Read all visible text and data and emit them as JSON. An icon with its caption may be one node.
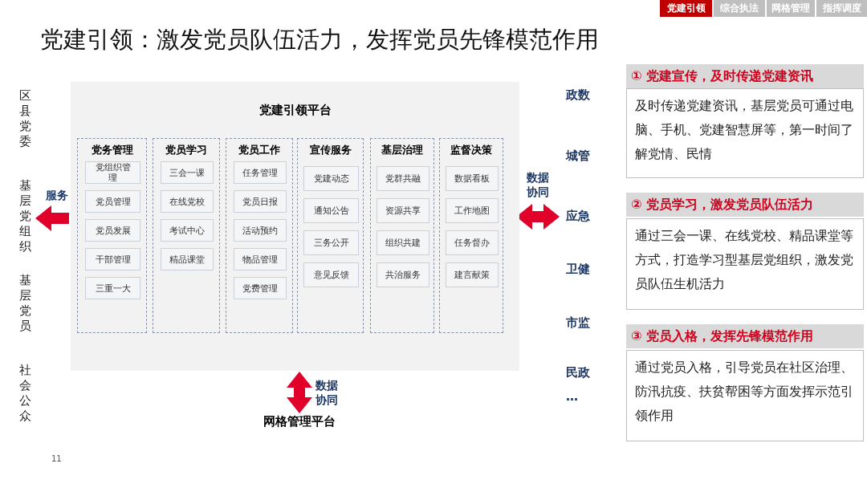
{
  "diagram": {
    "title": "党建引领：激发党员队伍活力，发挥党员先锋模范作用",
    "nodes": [
      {
        "text": [
          "党建引领平台"
        ]
      },
      {
        "text": [
          "党务管理"
        ],
        "in": 0
      },
      {
        "text": [
          "党组织管理"
        ],
        "in": 1
      },
      {
        "text": [
          "党员管理"
        ],
        "in": 1
      },
      {
        "text": [
          "党员发展"
        ],
        "in": 1
      },
      {
        "text": [
          "干部管理"
        ],
        "in": 1
      },
      {
        "text": [
          "三重一大"
        ],
        "in": 1
      },
      {
        "text": [
          "党员学习"
        ],
        "in": 0
      },
      {
        "text": [
          "三会一课"
        ],
        "in": 7
      },
      {
        "text": [
          "在线党校"
        ],
        "in": 7
      },
      {
        "text": [
          "考试中心"
        ],
        "in": 7
      },
      {
        "text": [
          "精品课堂"
        ],
        "in": 7
      },
      {
        "text": [
          "党员工作"
        ],
        "in": 0
      },
      {
        "text": [
          "任务管理"
        ],
        "in": 12
      },
      {
        "text": [
          "党员日报"
        ],
        "in": 12
      },
      {
        "text": [
          "活动预约"
        ],
        "in": 12
      },
      {
        "text": [
          "物品管理"
        ],
        "in": 12
      },
      {
        "text": [
          "党费管理"
        ],
        "in": 12
      },
      {
        "text": [
          "宣传服务"
        ],
        "in": 0
      },
      {
        "text": [
          "党建动态"
        ],
        "in": 18
      },
      {
        "text": [
          "通知公告"
        ],
        "in": 18
      },
      {
        "text": [
          "三务公开"
        ],
        "in": 18
      },
      {
        "text": [
          "意见反馈"
        ],
        "in": 18
      },
      {
        "text": [
          "基层治理"
        ],
        "in": 0
      },
      {
        "text": [
          "党群共融"
        ],
        "in": 23
      },
      {
        "text": [
          "资源共享"
        ],
        "in": 23
      },
      {
        "text": [
          "组织共建"
        ],
        "in": 23
      },
      {
        "text": [
          "共治服务"
        ],
        "in": 23
      },
      {
        "text": [
          "监督决策"
        ],
        "in": 0
      },
      {
        "text": [
          "数据看板"
        ],
        "in": 28
      },
      {
        "text": [
          "工作地图"
        ],
        "in": 28
      },
      {
        "text": [
          "任务督办"
        ],
        "in": 28
      },
      {
        "text": [
          "建言献策"
        ],
        "in": 28
      },
      {
        "text": [
          "区县党委"
        ]
      },
      {
        "text": [
          "基层党组织"
        ]
      },
      {
        "text": [
          "基层党员"
        ]
      },
      {
        "text": [
          "社会公众"
        ]
      },
      {
        "text": [
          "政数"
        ]
      },
      {
        "text": [
          "城管"
        ]
      },
      {
        "text": [
          "应急"
        ]
      },
      {
        "text": [
          "卫健"
        ]
      },
      {
        "text": [
          "市监"
        ]
      },
      {
        "text": [
          "民政"
        ]
      },
      {
        "text": [
          "…"
        ]
      },
      {
        "text": [
          "网格管理平台"
        ]
      },
      {
        "text": [
          "① 党建宣传，及时传递党建资讯",
          "及时传递党建资讯，基层党员可通过电脑、手机、党建智慧屏等，第一时间了解党情、民情"
        ]
      },
      {
        "text": [
          "② 党员学习，激发党员队伍活力",
          "通过三会一课、在线党校、精品课堂等方式，打造学习型基层党组织，激发党员队伍生机活力"
        ]
      },
      {
        "text": [
          "③ 党员入格，发挥先锋模范作用",
          "通过党员入格，引导党员在社区治理、防汛抗疫、扶贫帮困等方面发挥示范引领作用"
        ]
      }
    ],
    "edges": [
      {
        "from": 0,
        "to": 34,
        "arrow": "to",
        "label": "服务"
      },
      {
        "from": 0,
        "to": 39,
        "arrow": "both",
        "label": "数据协同"
      },
      {
        "from": 0,
        "to": 44,
        "arrow": "both",
        "label": "数据协同"
      }
    ],
    "labels": [
      "党建引领",
      "综合执法",
      "网格管理",
      "指挥调度",
      "11"
    ]
  }
}
